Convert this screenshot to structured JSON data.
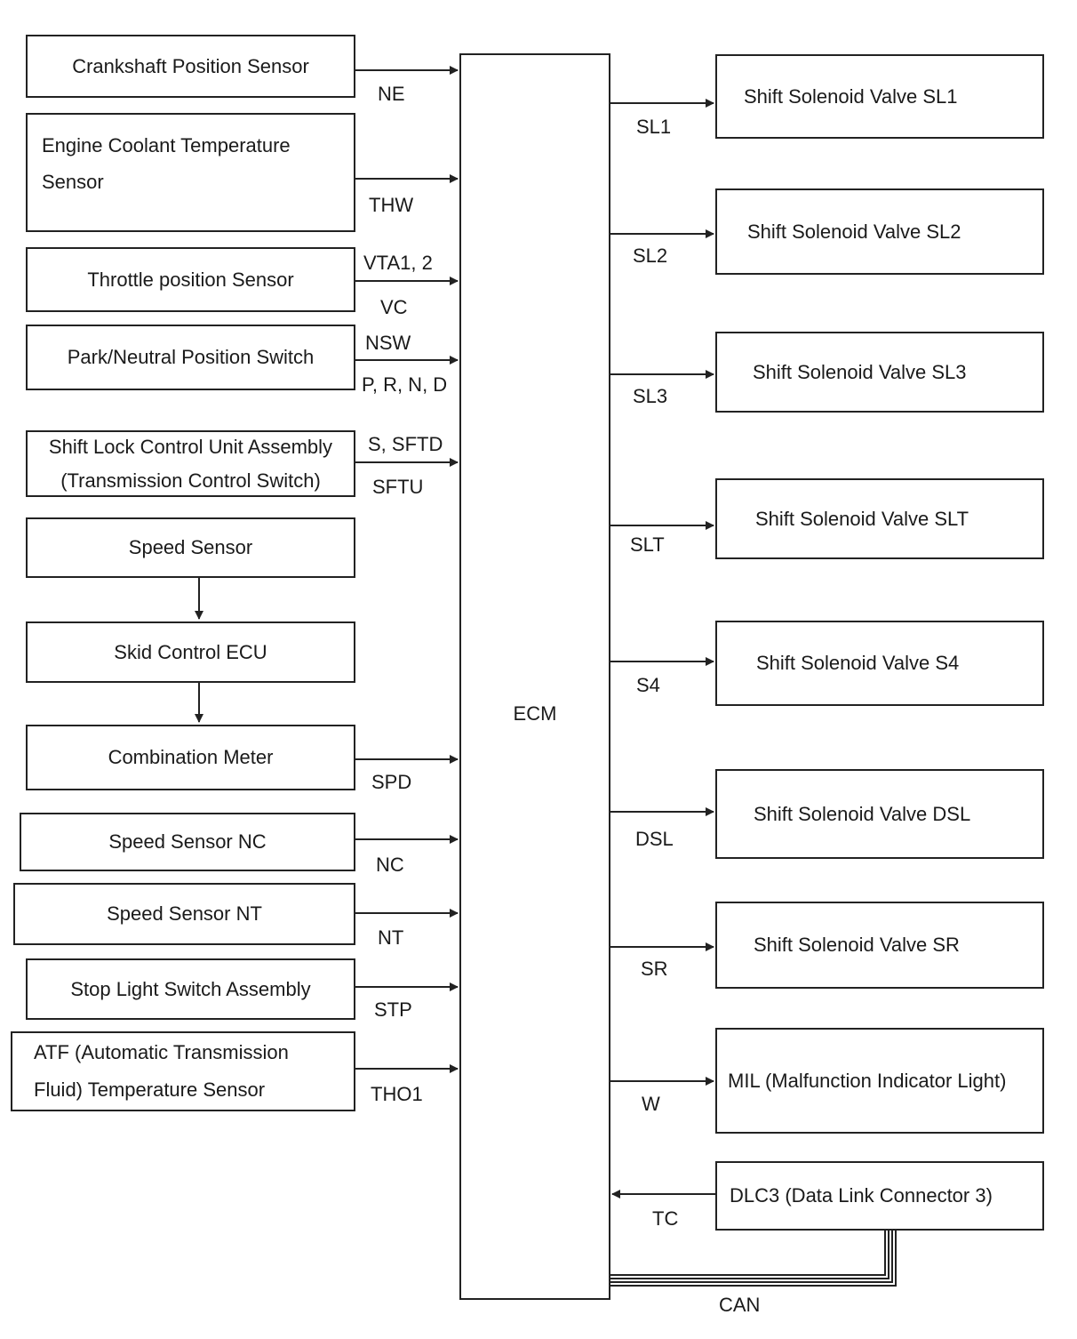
{
  "ecm": {
    "label": "ECM"
  },
  "inputs": {
    "crank": {
      "name": "Crankshaft Position Sensor",
      "signal": "NE"
    },
    "ect": {
      "name_line1": "Engine Coolant Temperature",
      "name_line2": "Sensor",
      "signal": "THW"
    },
    "tps": {
      "name": "Throttle position Sensor",
      "signal_top": "VTA1, 2",
      "signal_bottom": "VC"
    },
    "pnp": {
      "name": "Park/Neutral Position Switch",
      "signal_top": "NSW",
      "signal_bottom": "P, R, N, D"
    },
    "shift_lock": {
      "name_line1": "Shift Lock Control Unit Assembly",
      "name_line2": "(Transmission Control Switch)",
      "signal_top": "S, SFTD",
      "signal_bottom": "SFTU"
    },
    "speed": {
      "name": "Speed Sensor"
    },
    "skid": {
      "name": "Skid Control ECU"
    },
    "meter": {
      "name": "Combination Meter",
      "signal": "SPD"
    },
    "nc": {
      "name": "Speed Sensor NC",
      "signal": "NC"
    },
    "nt": {
      "name": "Speed Sensor NT",
      "signal": "NT"
    },
    "stp": {
      "name": "Stop Light Switch Assembly",
      "signal": "STP"
    },
    "atf": {
      "name_line1": "ATF (Automatic Transmission",
      "name_line2": "Fluid) Temperature Sensor",
      "signal": "THO1"
    }
  },
  "outputs": {
    "sl1": {
      "name": "Shift Solenoid Valve SL1",
      "signal": "SL1"
    },
    "sl2": {
      "name": "Shift Solenoid Valve SL2",
      "signal": "SL2"
    },
    "sl3": {
      "name": "Shift Solenoid Valve SL3",
      "signal": "SL3"
    },
    "slt": {
      "name": "Shift Solenoid Valve SLT",
      "signal": "SLT"
    },
    "s4": {
      "name": "Shift Solenoid Valve S4",
      "signal": "S4"
    },
    "dsl": {
      "name": "Shift Solenoid Valve DSL",
      "signal": "DSL"
    },
    "sr": {
      "name": "Shift Solenoid Valve SR",
      "signal": "SR"
    },
    "mil": {
      "name": "MIL (Malfunction Indicator Light)",
      "signal": "W"
    },
    "dlc3": {
      "name": "DLC3 (Data Link Connector 3)",
      "signal": "TC"
    }
  },
  "bus": {
    "label": "CAN"
  }
}
